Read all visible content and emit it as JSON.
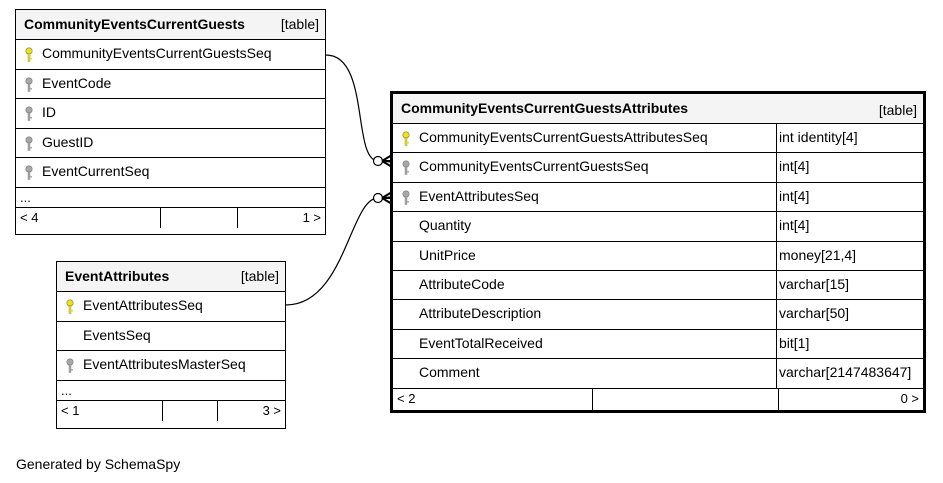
{
  "tables": {
    "guests": {
      "name": "CommunityEventsCurrentGuests",
      "type": "[table]",
      "columns": [
        {
          "name": "CommunityEventsCurrentGuestsSeq",
          "key": "primary"
        },
        {
          "name": "EventCode",
          "key": "index"
        },
        {
          "name": "ID",
          "key": "index"
        },
        {
          "name": "GuestID",
          "key": "index"
        },
        {
          "name": "EventCurrentSeq",
          "key": "index"
        }
      ],
      "ellipsis": "...",
      "footer_left": "< 4",
      "footer_right": "1 >"
    },
    "attributes": {
      "name": "EventAttributes",
      "type": "[table]",
      "columns": [
        {
          "name": "EventAttributesSeq",
          "key": "primary"
        },
        {
          "name": "EventsSeq",
          "key": "none"
        },
        {
          "name": "EventAttributesMasterSeq",
          "key": "index"
        }
      ],
      "ellipsis": "...",
      "footer_left": "< 1",
      "footer_right": "3 >"
    },
    "guest_attributes": {
      "name": "CommunityEventsCurrentGuestsAttributes",
      "type": "[table]",
      "columns": [
        {
          "name": "CommunityEventsCurrentGuestsAttributesSeq",
          "type": "int identity[4]",
          "key": "primary"
        },
        {
          "name": "CommunityEventsCurrentGuestsSeq",
          "type": "int[4]",
          "key": "index"
        },
        {
          "name": "EventAttributesSeq",
          "type": "int[4]",
          "key": "index"
        },
        {
          "name": "Quantity",
          "type": "int[4]",
          "key": "none"
        },
        {
          "name": "UnitPrice",
          "type": "money[21,4]",
          "key": "none"
        },
        {
          "name": "AttributeCode",
          "type": "varchar[15]",
          "key": "none"
        },
        {
          "name": "AttributeDescription",
          "type": "varchar[50]",
          "key": "none"
        },
        {
          "name": "EventTotalReceived",
          "type": "bit[1]",
          "key": "none"
        },
        {
          "name": "Comment",
          "type": "varchar[2147483647]",
          "key": "none"
        }
      ],
      "footer_left": "< 2",
      "footer_right": "0 >"
    }
  },
  "colors": {
    "primary_key": "#f2e600",
    "index_key": "#a8a8a8",
    "header_bg": "#f4f4f4"
  },
  "generated_by": "Generated by SchemaSpy"
}
